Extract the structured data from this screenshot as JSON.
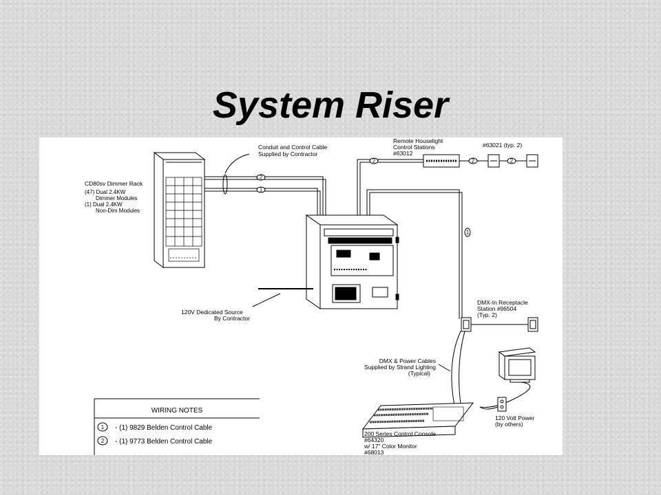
{
  "title": "System Riser",
  "diagram": {
    "conduit_note": [
      "Conduit and Control Cable",
      "Supplied by Contractor"
    ],
    "dimmer_rack": [
      "CD80sv Dimmer Rack",
      "(47) Dual 2.4KW",
      "Dimmer Modules",
      "(1) Dual 2.4KW",
      "Non-Dim Modules"
    ],
    "remote_stations": [
      "Remote Houselight",
      "Control Stations",
      "#63012"
    ],
    "remote_typ": "#63021 (typ. 2)",
    "source_note": [
      "120V Dedicated Source",
      "By Contractor"
    ],
    "dmx_receptacle": [
      "DMX-In Receptacle",
      "Station #96504",
      "(Typ. 2)"
    ],
    "dmx_cables": [
      "DMX & Power Cables",
      "Supplied by Strand Lighting",
      "(Typical)"
    ],
    "console": [
      "200 Series Control Console",
      "#64320",
      "w/ 17\" Color Monitor",
      "#68013"
    ],
    "power": [
      "120 Volt Power",
      "(by others)"
    ],
    "cable_markers": [
      "1",
      "2"
    ],
    "wiring_notes": {
      "heading": "WIRING NOTES",
      "items": [
        {
          "num": "1",
          "text": "- (1) 9829 Belden Control Cable"
        },
        {
          "num": "2",
          "text": "- (1) 9773 Belden Control Cable"
        }
      ]
    }
  }
}
